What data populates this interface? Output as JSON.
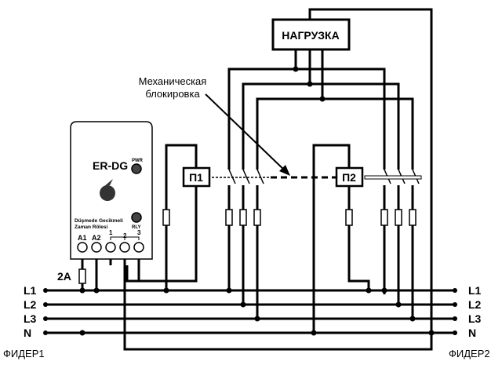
{
  "load": {
    "label": "НАГРУЗКА"
  },
  "lock": {
    "label_line1": "Механическая",
    "label_line2": "блокировка"
  },
  "contactors": {
    "k1": "П1",
    "k2": "П2"
  },
  "relay": {
    "model": "ER-DG",
    "pwr": "PWR",
    "rly": "RLY",
    "desc_line1": "Düşmede Gecikmeli",
    "desc_line2": "Zaman Rölesi",
    "a1": "A1",
    "a2": "A2",
    "t1": "1",
    "t2": "2",
    "t3": "3"
  },
  "fuse": {
    "rating": "2A"
  },
  "lines_left": [
    "L1",
    "L2",
    "L3",
    "N"
  ],
  "lines_right": [
    "L1",
    "L2",
    "L3",
    "N"
  ],
  "feeders": {
    "f1": "ФИДЕР1",
    "f2": "ФИДЕР2"
  }
}
